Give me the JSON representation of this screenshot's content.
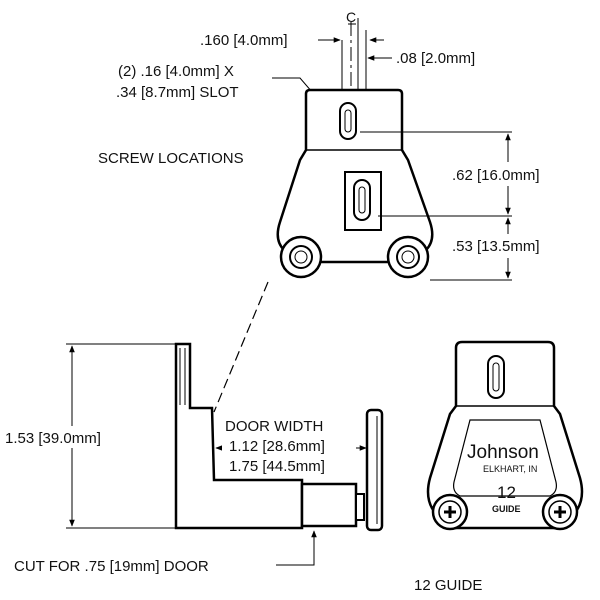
{
  "top_view": {
    "centerline_symbol": "C",
    "dim_160": ".160 [4.0mm]",
    "dim_08": ".08 [2.0mm]",
    "slot_line1": "(2) .16 [4.0mm] X",
    "slot_line2": ".34 [8.7mm] SLOT",
    "screw_locations": "SCREW LOCATIONS",
    "dim_62": ".62 [16.0mm]",
    "dim_53": ".53 [13.5mm]"
  },
  "side_view": {
    "height_dim": "1.53 [39.0mm]",
    "door_width_title": "DOOR WIDTH",
    "door_width_1": "1.12 [28.6mm]",
    "door_width_2": "1.75 [44.5mm]",
    "cut_note": "CUT FOR .75 [19mm] DOOR"
  },
  "guide_view": {
    "brand": "Johnson",
    "location": "ELKHART, IN",
    "model_number": "12",
    "model_word": "GUIDE",
    "caption": "12 GUIDE"
  }
}
